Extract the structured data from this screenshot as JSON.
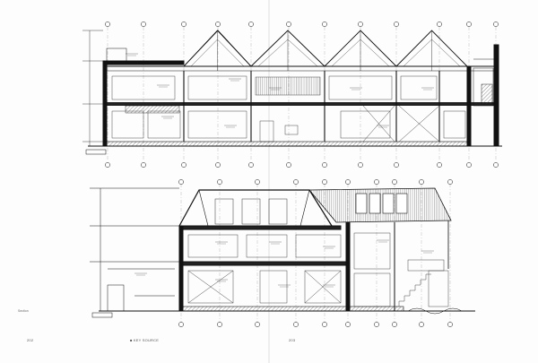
{
  "spread": {
    "left_margin_note": "Section",
    "left_page_number": "202",
    "left_running_footer": "■ KEY SOURCE",
    "right_page_number": "203"
  }
}
